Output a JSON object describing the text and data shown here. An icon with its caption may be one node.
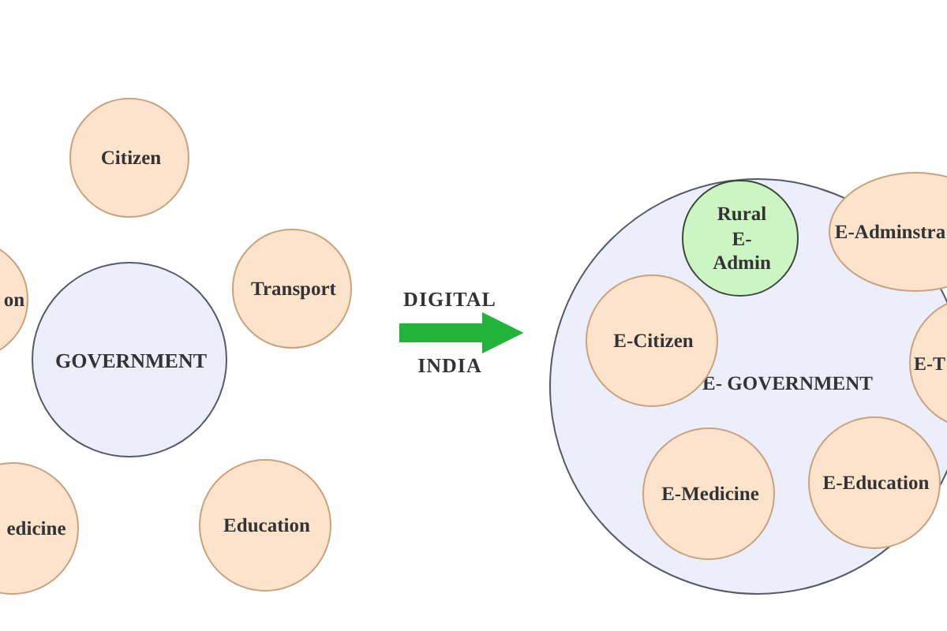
{
  "diagram": {
    "nodes": [
      {
        "text": [
          "Citizen"
        ]
      },
      {
        "text": [
          "on"
        ]
      },
      {
        "text": [
          "Transport"
        ]
      },
      {
        "text": [
          "GOVERNMENT"
        ]
      },
      {
        "text": [
          "edicine"
        ]
      },
      {
        "text": [
          "Education"
        ]
      },
      {
        "text": [
          "E- GOVERNMENT"
        ]
      },
      {
        "text": [
          "Rural E-Admin"
        ],
        "in": 6
      },
      {
        "text": [
          "E-Adminstra"
        ]
      },
      {
        "text": [
          "E-Citizen"
        ],
        "in": 6
      },
      {
        "text": [
          "E-T"
        ]
      },
      {
        "text": [
          "E-Medicine"
        ],
        "in": 6
      },
      {
        "text": [
          "E-Education"
        ],
        "in": 6
      }
    ],
    "edges": [
      {
        "from": null,
        "to": 6,
        "arrow": "to",
        "color": "#22b33a"
      }
    ],
    "labels": [
      "DIGITAL",
      "INDIA"
    ]
  }
}
